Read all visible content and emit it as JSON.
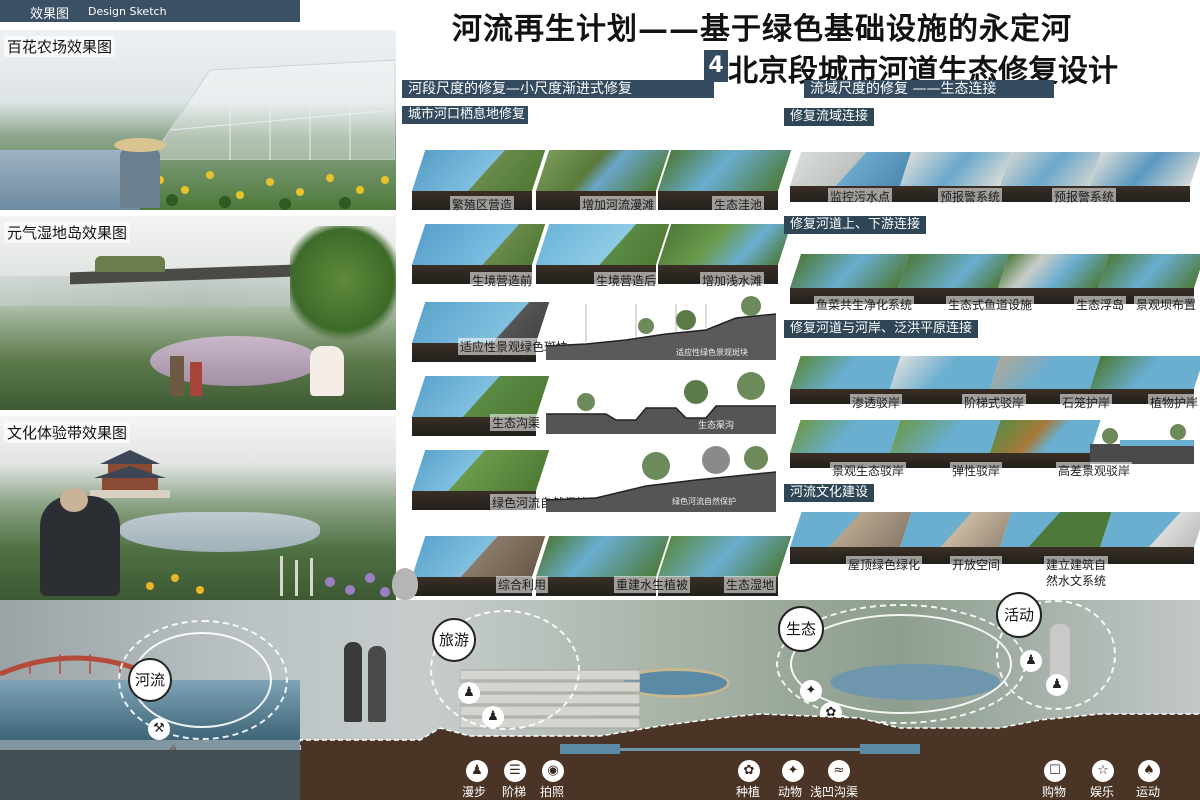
{
  "header": {
    "tag_cn": "效果图",
    "tag_en": "Design Sketch",
    "title_line1": "河流再生计划——基于绿色基础设施的永定河",
    "number": "4",
    "title_line2": "北京段城市河道生态修复设计"
  },
  "renderings": [
    {
      "label": "百花农场效果图"
    },
    {
      "label": "元气湿地岛效果图"
    },
    {
      "label": "文化体验带效果图"
    }
  ],
  "middle": {
    "banner": "河段尺度的修复—小尺度渐进式修复",
    "subheading": "城市河口栖息地修复",
    "diagram_labels": {
      "d1": "繁殖区营造",
      "d2": "增加河流漫滩",
      "d3": "生态洼池",
      "d4": "生境营造前",
      "d5": "生境营造后",
      "d6": "增加浅水滩",
      "d7": "适应性景观绿色斑块",
      "d8": "生态沟渠",
      "d9": "绿色河流自然保护",
      "d10": "综合利用",
      "d11": "重建水生植被",
      "d12": "生态湿地"
    },
    "section_captions": {
      "s1": "适应性绿色景观斑块",
      "s2": "生态渠沟",
      "s3": "绿色河流自然保护"
    }
  },
  "right": {
    "banner": "流域尺度的修复 ——生态连接",
    "groups": {
      "g1": "修复流域连接",
      "g2": "修复河道上、下游连接",
      "g3": "修复河道与河岸、泛洪平原连接",
      "g4": "河流文化建设"
    },
    "labels": {
      "r1": "监控污水点",
      "r2": "预报警系统",
      "r3": "预报警系统",
      "r4": "鱼菜共生净化系统",
      "r5": "生态式鱼道设施",
      "r6": "生态浮岛",
      "r7": "景观坝布置",
      "r8": "渗透驳岸",
      "r9": "阶梯式驳岸",
      "r10": "石笼护岸",
      "r11": "植物护岸",
      "r12": "景观生态驳岸",
      "r13": "弹性驳岸",
      "r14": "高差景观驳岸",
      "r15": "屋顶绿色绿化",
      "r16": "开放空间",
      "r17a": "建立建筑自",
      "r17b": "然水文系统"
    }
  },
  "bottom": {
    "zones": {
      "z1": "河流",
      "z2": "旅游",
      "z3": "生态",
      "z4": "活动"
    },
    "activities": {
      "a1": "漫步",
      "a2": "阶梯",
      "a3": "拍照",
      "a4": "种植",
      "a5": "动物",
      "a6": "浅凹沟渠",
      "a7": "购物",
      "a8": "娱乐",
      "a9": "运动"
    }
  }
}
